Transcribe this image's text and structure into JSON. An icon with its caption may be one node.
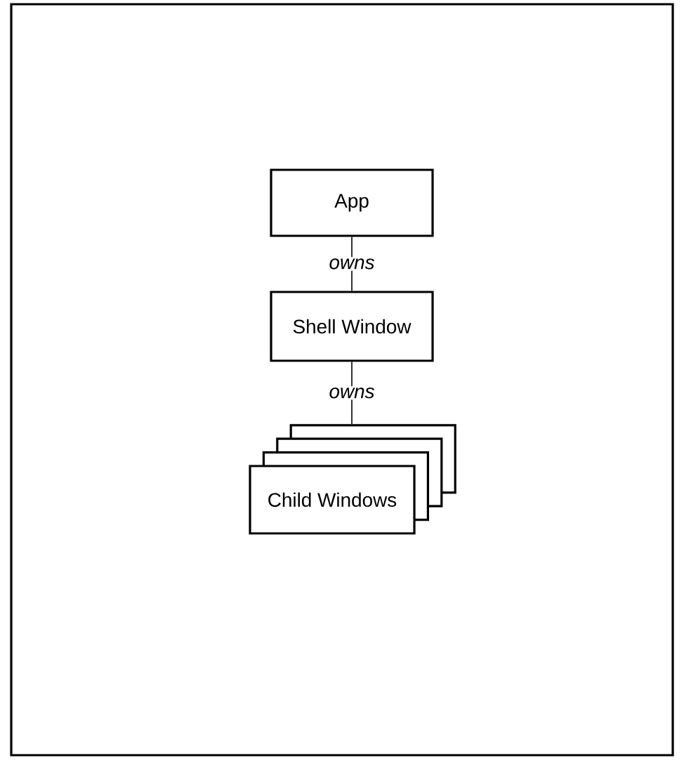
{
  "diagram": {
    "nodes": [
      {
        "text": [
          "App"
        ]
      },
      {
        "text": [
          "Shell Window"
        ]
      },
      {
        "text": [
          "Child Windows"
        ]
      }
    ],
    "edges": [
      {
        "from": 0,
        "to": 1,
        "arrow": "none",
        "label": "owns"
      },
      {
        "from": 1,
        "to": 2,
        "arrow": "none",
        "label": "owns"
      }
    ]
  }
}
